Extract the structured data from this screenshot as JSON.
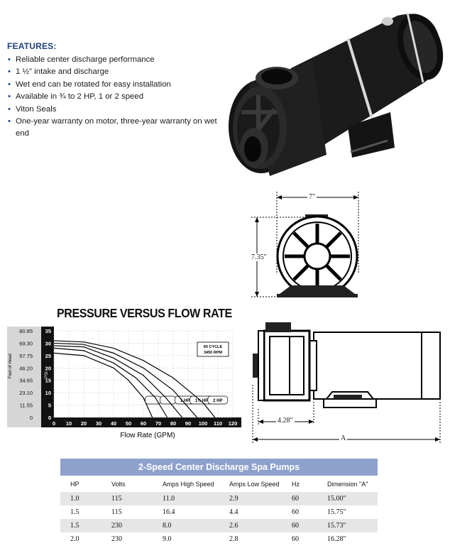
{
  "features": {
    "heading": "FEATURES:",
    "items": [
      "Reliable center discharge performance",
      "1 ½\" intake and discharge",
      "Wet end can be rotated for easy installation",
      "Available in ¾ to 2 HP, 1 or 2 speed",
      "Viton Seals",
      "One-year warranty on motor, three-year warranty on wet end"
    ]
  },
  "dimensions": {
    "width": "7\"",
    "height": "7.35\"",
    "base": "4.28\"",
    "overall": "A"
  },
  "chart_data": {
    "type": "line",
    "title": "PRESSURE VERSUS FLOW RATE",
    "xlabel": "Flow Rate (GPM)",
    "ylabel": "Feet of Head",
    "y_inner_label": "PSI",
    "xlim": [
      0,
      120
    ],
    "ylim": [
      0,
      35
    ],
    "x_ticks": [
      "0",
      "10",
      "20",
      "30",
      "40",
      "50",
      "60",
      "70",
      "80",
      "90",
      "100",
      "110",
      "120"
    ],
    "y_ticks": [
      "0",
      "5",
      "10",
      "15",
      "20",
      "25",
      "30",
      "35"
    ],
    "y_outer_ticks": [
      "0",
      "11.55",
      "23.10",
      "34.65",
      "46.20",
      "57.75",
      "69.30",
      "80.85"
    ],
    "annotation": [
      "60 CYCLE",
      "3450 RPM"
    ],
    "series": [
      {
        "name": "",
        "x": [
          0,
          20,
          40,
          50,
          60,
          66
        ],
        "y": [
          26,
          25,
          20,
          15,
          8,
          0
        ]
      },
      {
        "name": "",
        "x": [
          0,
          20,
          40,
          55,
          68,
          76
        ],
        "y": [
          28,
          27,
          22,
          16,
          8,
          0
        ]
      },
      {
        "name": "1 HP",
        "x": [
          0,
          20,
          40,
          60,
          75,
          86
        ],
        "y": [
          29,
          28.5,
          24,
          17,
          8,
          0
        ]
      },
      {
        "name": "1½ HP",
        "x": [
          0,
          20,
          40,
          60,
          80,
          96
        ],
        "y": [
          30,
          29.5,
          26,
          20,
          11,
          0
        ]
      },
      {
        "name": "2 HP",
        "x": [
          0,
          20,
          40,
          60,
          80,
          100,
          108
        ],
        "y": [
          31,
          30.5,
          28,
          23,
          16,
          6,
          0
        ]
      }
    ],
    "grid": true
  },
  "table": {
    "title": "2-Speed Center Discharge Spa Pumps",
    "headers": [
      "HP",
      "Volts",
      "Amps High Speed",
      "Amps Low Speed",
      "Hz",
      "Dimension \"A\""
    ],
    "rows": [
      [
        "1.0",
        "115",
        "11.0",
        "2.9",
        "60",
        "15.00\""
      ],
      [
        "1.5",
        "115",
        "16.4",
        "4.4",
        "60",
        "15.75\""
      ],
      [
        "1.5",
        "230",
        "8.0",
        "2.6",
        "60",
        "15.73\""
      ],
      [
        "2.0",
        "230",
        "9.0",
        "2.8",
        "60",
        "16.28\""
      ]
    ]
  }
}
